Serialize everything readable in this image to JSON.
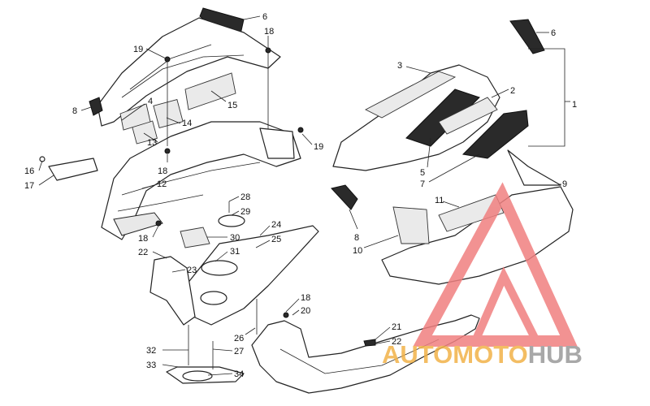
{
  "diagram": {
    "callouts": [
      {
        "id": "c6a",
        "text": "6"
      },
      {
        "id": "c18a",
        "text": "18"
      },
      {
        "id": "c19a",
        "text": "19"
      },
      {
        "id": "c4",
        "text": "4"
      },
      {
        "id": "c8a",
        "text": "8"
      },
      {
        "id": "c15",
        "text": "15"
      },
      {
        "id": "c14",
        "text": "14"
      },
      {
        "id": "c13",
        "text": "13"
      },
      {
        "id": "c19b",
        "text": "19"
      },
      {
        "id": "c16",
        "text": "16"
      },
      {
        "id": "c18b",
        "text": "18"
      },
      {
        "id": "c17",
        "text": "17"
      },
      {
        "id": "c12",
        "text": "12"
      },
      {
        "id": "c18c",
        "text": "18"
      },
      {
        "id": "c28",
        "text": "28"
      },
      {
        "id": "c29",
        "text": "29"
      },
      {
        "id": "c22a",
        "text": "22"
      },
      {
        "id": "c30",
        "text": "30"
      },
      {
        "id": "c31",
        "text": "31"
      },
      {
        "id": "c24",
        "text": "24"
      },
      {
        "id": "c25",
        "text": "25"
      },
      {
        "id": "c23",
        "text": "23"
      },
      {
        "id": "c18d",
        "text": "18"
      },
      {
        "id": "c20",
        "text": "20"
      },
      {
        "id": "c26",
        "text": "26"
      },
      {
        "id": "c27",
        "text": "27"
      },
      {
        "id": "c32",
        "text": "32"
      },
      {
        "id": "c33",
        "text": "33"
      },
      {
        "id": "c34",
        "text": "34"
      },
      {
        "id": "c21",
        "text": "21"
      },
      {
        "id": "c22b",
        "text": "22"
      },
      {
        "id": "c6b",
        "text": "6"
      },
      {
        "id": "c3",
        "text": "3"
      },
      {
        "id": "c2",
        "text": "2"
      },
      {
        "id": "c1",
        "text": "1"
      },
      {
        "id": "c5",
        "text": "5"
      },
      {
        "id": "c7",
        "text": "7"
      },
      {
        "id": "c9",
        "text": "9"
      },
      {
        "id": "c11",
        "text": "11"
      },
      {
        "id": "c8b",
        "text": "8"
      },
      {
        "id": "c10",
        "text": "10"
      }
    ]
  },
  "watermark": {
    "part1": "AUTO",
    "part2": "MOTO",
    "part3": "HUB",
    "colors": {
      "red": "#f08080",
      "orange": "#f2b248",
      "gray": "#999999"
    }
  }
}
